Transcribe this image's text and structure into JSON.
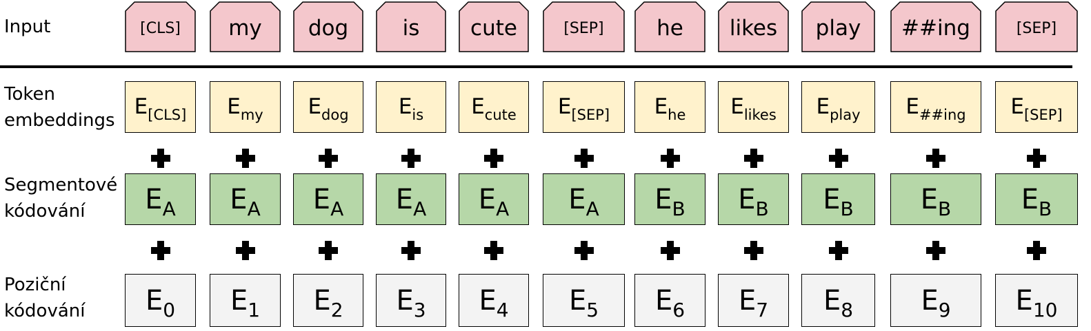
{
  "labels": {
    "input": "Input",
    "token": "Token\nembeddings",
    "segment": "Segmentové\nkódování",
    "position": "Poziční\nkódování"
  },
  "tokens": [
    {
      "input": "[CLS]",
      "input_small": true,
      "tok_main": "E",
      "tok_sub": "[CLS]",
      "seg_main": "E",
      "seg_sub": "A",
      "pos_main": "E",
      "pos_sub": "0"
    },
    {
      "input": "my",
      "input_small": false,
      "tok_main": "E",
      "tok_sub": "my",
      "seg_main": "E",
      "seg_sub": "A",
      "pos_main": "E",
      "pos_sub": "1"
    },
    {
      "input": "dog",
      "input_small": false,
      "tok_main": "E",
      "tok_sub": "dog",
      "seg_main": "E",
      "seg_sub": "A",
      "pos_main": "E",
      "pos_sub": "2"
    },
    {
      "input": "is",
      "input_small": false,
      "tok_main": "E",
      "tok_sub": "is",
      "seg_main": "E",
      "seg_sub": "A",
      "pos_main": "E",
      "pos_sub": "3"
    },
    {
      "input": "cute",
      "input_small": false,
      "tok_main": "E",
      "tok_sub": "cute",
      "seg_main": "E",
      "seg_sub": "A",
      "pos_main": "E",
      "pos_sub": "4"
    },
    {
      "input": "[SEP]",
      "input_small": true,
      "tok_main": "E",
      "tok_sub": "[SEP]",
      "seg_main": "E",
      "seg_sub": "A",
      "pos_main": "E",
      "pos_sub": "5"
    },
    {
      "input": "he",
      "input_small": false,
      "tok_main": "E",
      "tok_sub": "he",
      "seg_main": "E",
      "seg_sub": "B",
      "pos_main": "E",
      "pos_sub": "6"
    },
    {
      "input": "likes",
      "input_small": false,
      "tok_main": "E",
      "tok_sub": "likes",
      "seg_main": "E",
      "seg_sub": "B",
      "pos_main": "E",
      "pos_sub": "7"
    },
    {
      "input": "play",
      "input_small": false,
      "tok_main": "E",
      "tok_sub": "play",
      "seg_main": "E",
      "seg_sub": "B",
      "pos_main": "E",
      "pos_sub": "8"
    },
    {
      "input": "##ing",
      "input_small": false,
      "tok_main": "E",
      "tok_sub": "##ing",
      "seg_main": "E",
      "seg_sub": "B",
      "pos_main": "E",
      "pos_sub": "9"
    },
    {
      "input": "[SEP]",
      "input_small": true,
      "tok_main": "E",
      "tok_sub": "[SEP]",
      "seg_main": "E",
      "seg_sub": "B",
      "pos_main": "E",
      "pos_sub": "10"
    }
  ],
  "colors": {
    "input": "#f4c7cc",
    "token": "#fff2cc",
    "segment": "#b6d7a8",
    "position": "#f3f3f3"
  }
}
